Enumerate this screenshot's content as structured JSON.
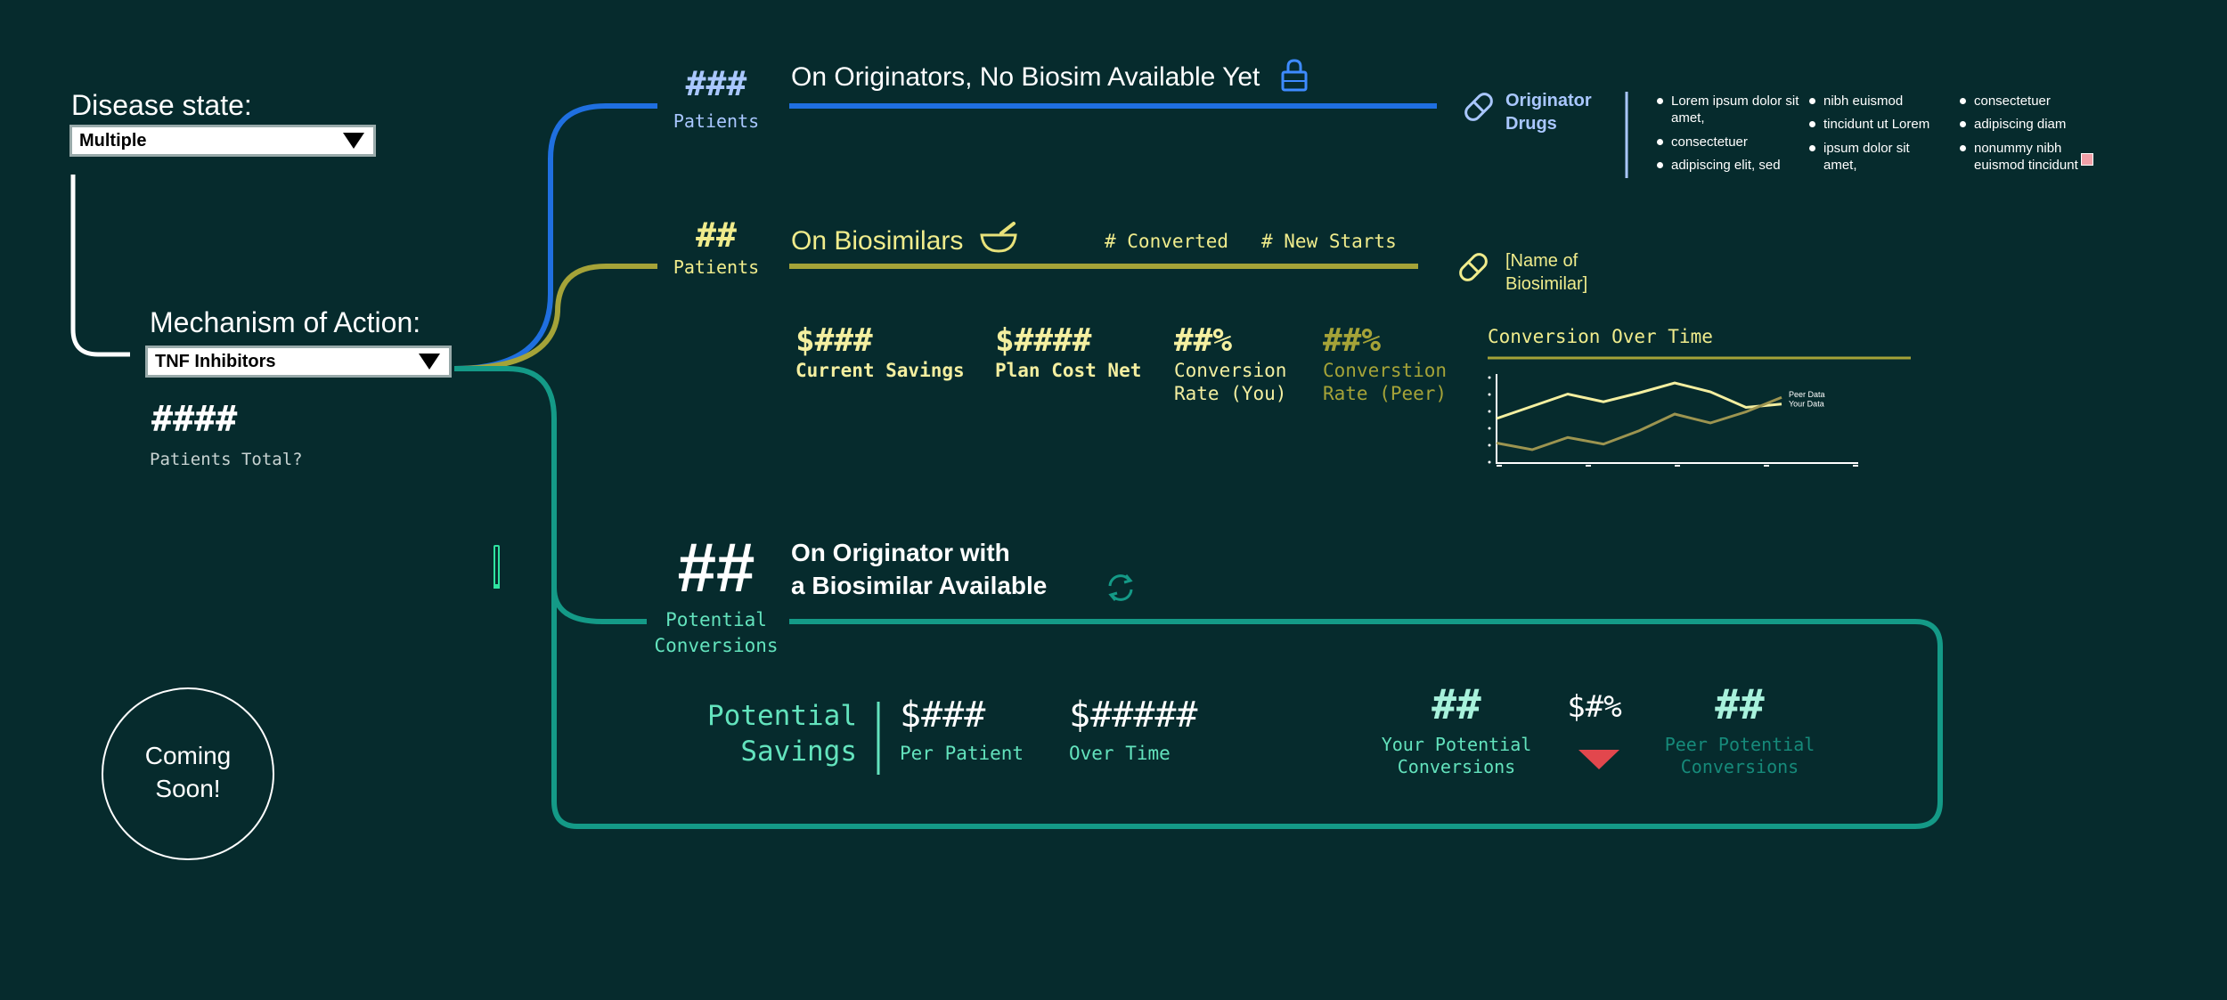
{
  "filters": {
    "disease_label": "Disease state:",
    "disease_value": "Multiple",
    "moa_label": "Mechanism of Action:",
    "moa_value": "TNF Inhibitors",
    "patients_total_value": "####",
    "patients_total_label": "Patients Total?"
  },
  "originators": {
    "count": "###",
    "count_label": "Patients",
    "title": "On Originators, No Biosim Available Yet",
    "drugs_label_line1": "Originator",
    "drugs_label_line2": "Drugs",
    "bullets_col1": [
      "Lorem ipsum dolor sit amet,",
      "consectetuer",
      "adipiscing elit, sed"
    ],
    "bullets_col2": [
      "nibh euismod",
      "tincidunt ut Lorem",
      "ipsum dolor sit amet,"
    ],
    "bullets_col3": [
      "consectetuer",
      "adipiscing diam",
      "nonummy nibh euismod tincidunt"
    ]
  },
  "biosimilars": {
    "count": "##",
    "count_label": "Patients",
    "title": "On Biosimilars",
    "converted": "# Converted",
    "new_starts": "# New Starts",
    "name_line1": "[Name of",
    "name_line2": "Biosimilar]",
    "stats": [
      {
        "value": "$###",
        "label_line1": "Current Savings",
        "label_line2": ""
      },
      {
        "value": "$####",
        "label_line1": "Plan Cost Net",
        "label_line2": ""
      },
      {
        "value": "##%",
        "label_line1": "Conversion",
        "label_line2": "Rate (You)"
      },
      {
        "value": "##%",
        "label_line1": "Converstion",
        "label_line2": "Rate (Peer)"
      }
    ]
  },
  "chart_data": {
    "type": "line",
    "title": "Conversion Over Time",
    "x": [
      1,
      2,
      3,
      4,
      5,
      6,
      7,
      8,
      9,
      10,
      11
    ],
    "series": [
      {
        "name": "Peer Data",
        "color": "#f4efa0",
        "values": [
          4.0,
          5.1,
          6.2,
          5.5,
          6.3,
          7.2,
          6.4,
          5.0,
          5.3
        ]
      },
      {
        "name": "Your Data",
        "color": "#9c9450",
        "values": [
          1.8,
          1.2,
          2.3,
          1.7,
          2.9,
          4.4,
          3.6,
          4.6,
          5.9
        ]
      }
    ]
  },
  "potential": {
    "count": "##",
    "count_label_line1": "Potential",
    "count_label_line2": "Conversions",
    "title_line1": "On Originator with",
    "title_line2": "a Biosimilar Available",
    "savings_label_line1": "Potential",
    "savings_label_line2": "Savings",
    "per_patient_value": "$###",
    "per_patient_label": "Per Patient",
    "over_time_value": "$#####",
    "over_time_label": "Over Time",
    "your_value": "##",
    "your_label_line1": "Your Potential",
    "your_label_line2": "Conversions",
    "diff_value": "$#%",
    "peer_value": "##",
    "peer_label_line1": "Peer Potential",
    "peer_label_line2": "Conversions"
  },
  "coming_soon": {
    "line1": "Coming",
    "line2": "Soon!"
  },
  "colors": {
    "background": "#062b2d",
    "blue": "#1f6fe0",
    "olive": "#a5a338",
    "teal": "#149a87",
    "accent_red": "#e2474d"
  }
}
